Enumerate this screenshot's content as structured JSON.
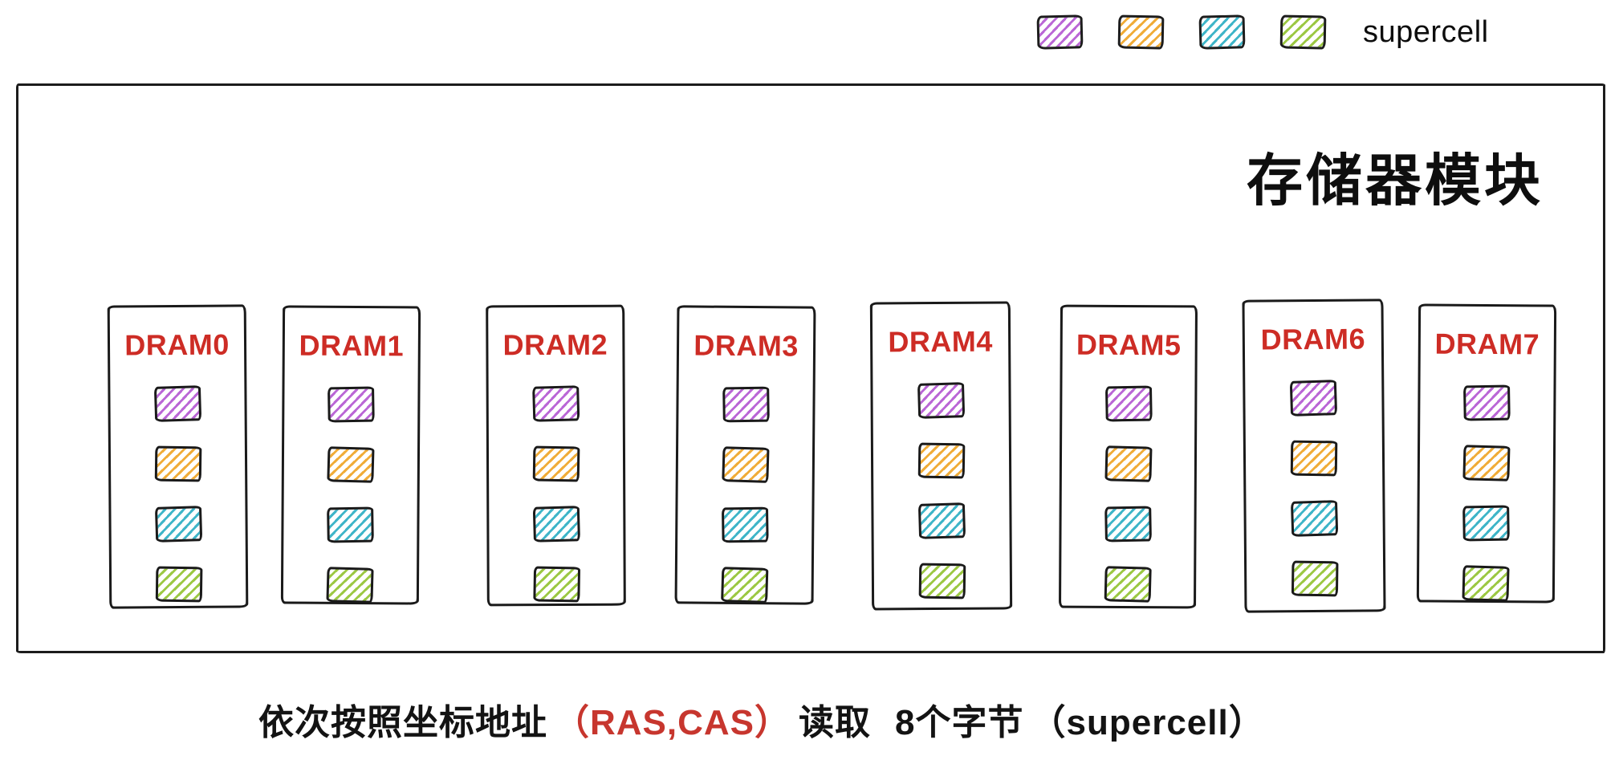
{
  "legend": {
    "label": "supercell",
    "swatches": [
      {
        "name": "supercell-purple",
        "color": "#ba67d6"
      },
      {
        "name": "supercell-orange",
        "color": "#f0ac38"
      },
      {
        "name": "supercell-teal",
        "color": "#3fb5c8"
      },
      {
        "name": "supercell-green",
        "color": "#9cc843"
      }
    ]
  },
  "module": {
    "title": "存储器模块",
    "chips": [
      {
        "label": "DRAM0"
      },
      {
        "label": "DRAM1"
      },
      {
        "label": "DRAM2"
      },
      {
        "label": "DRAM3"
      },
      {
        "label": "DRAM4"
      },
      {
        "label": "DRAM5"
      },
      {
        "label": "DRAM6"
      },
      {
        "label": "DRAM7"
      }
    ]
  },
  "caption": {
    "prefix": "依次按照坐标地址",
    "highlight": "（RAS,CAS）",
    "middle": "读取",
    "bytes": "8个字节",
    "suffix": "（supercell）"
  },
  "colors": {
    "chip_label_red": "#cd2c25",
    "caption_red": "#c7362e",
    "ink": "#1c1c1c"
  }
}
